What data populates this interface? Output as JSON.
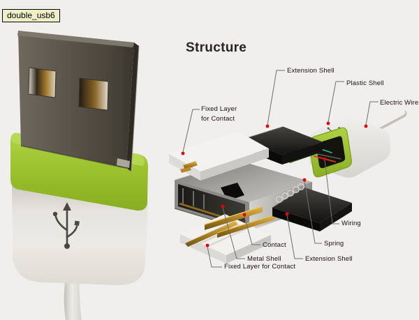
{
  "tag": "double_usb6",
  "diagram": {
    "title": "Structure"
  },
  "labels": {
    "extension_shell_top": "Extension Shell",
    "plastic_shell": "Plastic Shell",
    "electric_wire": "Electric Wire",
    "fixed_layer_top_line1": "Fixed Layer",
    "fixed_layer_top_line2": "for Contact",
    "contact": "Contact",
    "metal_shell": "Metal Shell",
    "fixed_layer_bottom": "Fixed Layer for Contact",
    "extension_shell_bottom": "Extension Shell",
    "spring": "Spring",
    "wiring": "Wiring"
  },
  "colors": {
    "background": "#f0efed",
    "accent_green": "#9cc22d",
    "marker_red": "#e60000",
    "leader_line": "#6f6f6f",
    "label_text": "#17130e",
    "tag_background": "#f1efc7"
  }
}
